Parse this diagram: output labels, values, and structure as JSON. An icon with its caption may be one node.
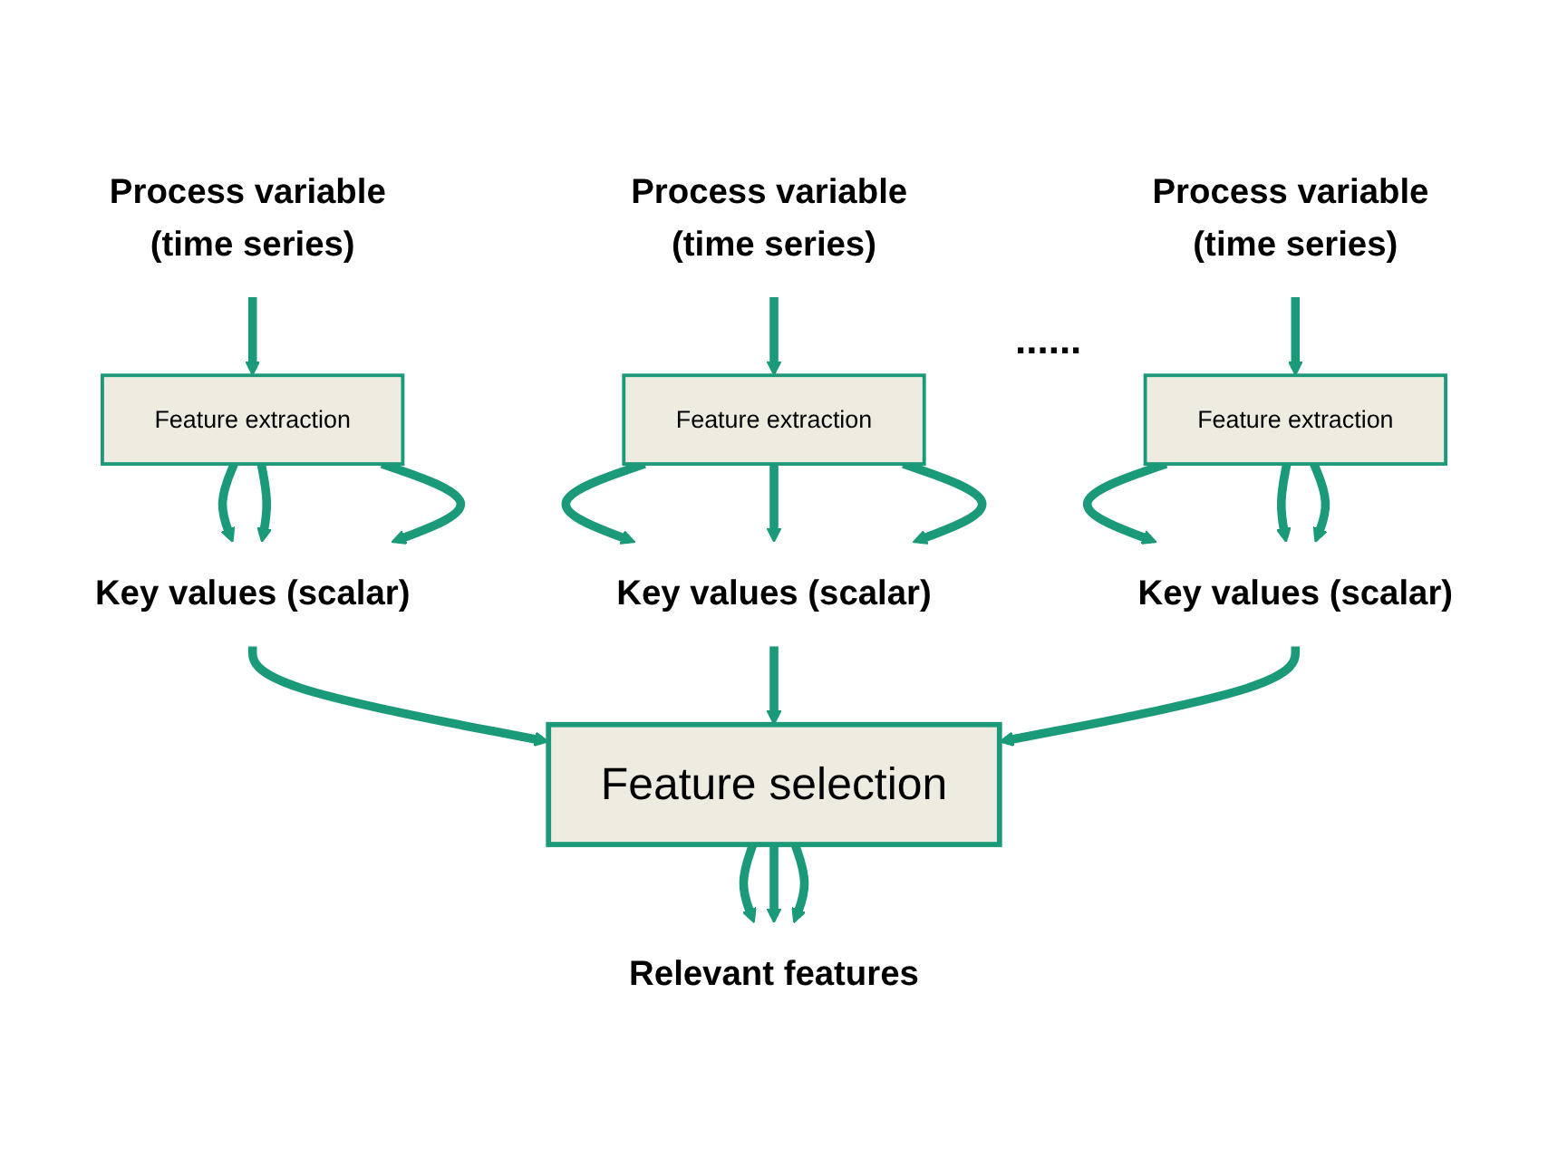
{
  "diagram": {
    "nodes": [
      {
        "text": [
          "Process variable (time series)"
        ]
      },
      {
        "text": [
          "Process variable (time series)"
        ]
      },
      {
        "text": [
          "Process variable (time series)"
        ]
      },
      {
        "text": [
          "Feature extraction"
        ]
      },
      {
        "text": [
          "Feature extraction"
        ]
      },
      {
        "text": [
          "Feature extraction"
        ]
      },
      {
        "text": [
          "Key values (scalar)"
        ]
      },
      {
        "text": [
          "Key values (scalar)"
        ]
      },
      {
        "text": [
          "Key values (scalar)"
        ]
      },
      {
        "text": [
          "Feature selection"
        ]
      },
      {
        "text": [
          "Relevant features"
        ]
      }
    ],
    "edges": [
      {
        "from": 0,
        "to": 3,
        "arrow": "to"
      },
      {
        "from": 3,
        "to": 6,
        "arrow": "to"
      },
      {
        "from": 3,
        "to": 6,
        "arrow": "to"
      },
      {
        "from": 3,
        "to": 6,
        "arrow": "to"
      },
      {
        "from": 1,
        "to": 4,
        "arrow": "to"
      },
      {
        "from": 4,
        "to": 7,
        "arrow": "to"
      },
      {
        "from": 4,
        "to": 7,
        "arrow": "to"
      },
      {
        "from": 4,
        "to": 7,
        "arrow": "to"
      },
      {
        "from": 2,
        "to": 5,
        "arrow": "to"
      },
      {
        "from": 5,
        "to": 8,
        "arrow": "to"
      },
      {
        "from": 5,
        "to": 8,
        "arrow": "to"
      },
      {
        "from": 5,
        "to": 8,
        "arrow": "to"
      },
      {
        "from": 6,
        "to": 9,
        "arrow": "to"
      },
      {
        "from": 7,
        "to": 9,
        "arrow": "to"
      },
      {
        "from": 8,
        "to": 9,
        "arrow": "to"
      },
      {
        "from": 9,
        "to": 10,
        "arrow": "to"
      },
      {
        "from": 9,
        "to": 10,
        "arrow": "to"
      },
      {
        "from": 9,
        "to": 10,
        "arrow": "to"
      }
    ],
    "labels": [
      "......"
    ]
  }
}
